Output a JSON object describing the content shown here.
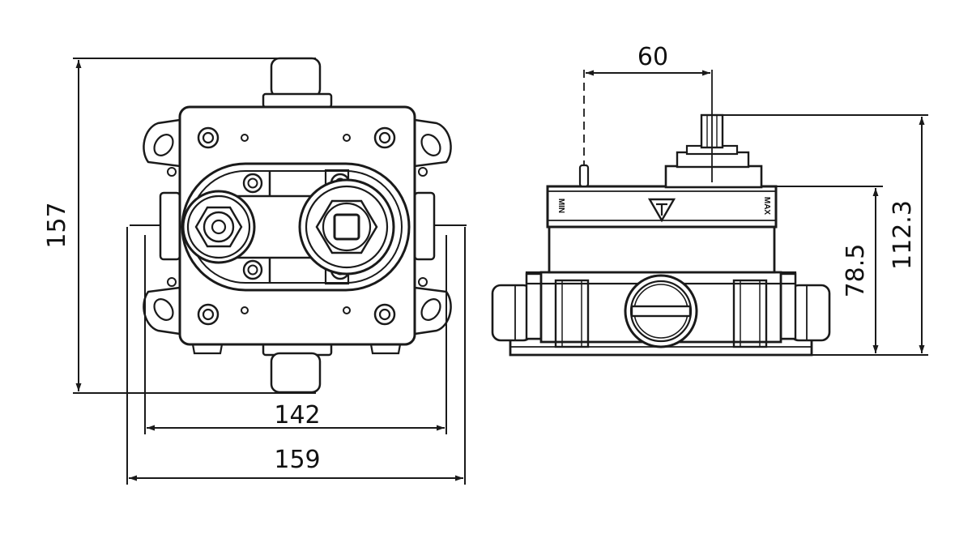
{
  "front_view": {
    "dimensions": {
      "height": "157",
      "inner_width": "142",
      "outer_width": "159"
    }
  },
  "side_view": {
    "dimensions": {
      "offset": "60",
      "body_height": "78.5",
      "total_height": "112.3"
    },
    "markings": {
      "min": "MIN",
      "max": "MAX"
    }
  },
  "colors": {
    "line": "#1a1a1a",
    "background": "#ffffff"
  }
}
